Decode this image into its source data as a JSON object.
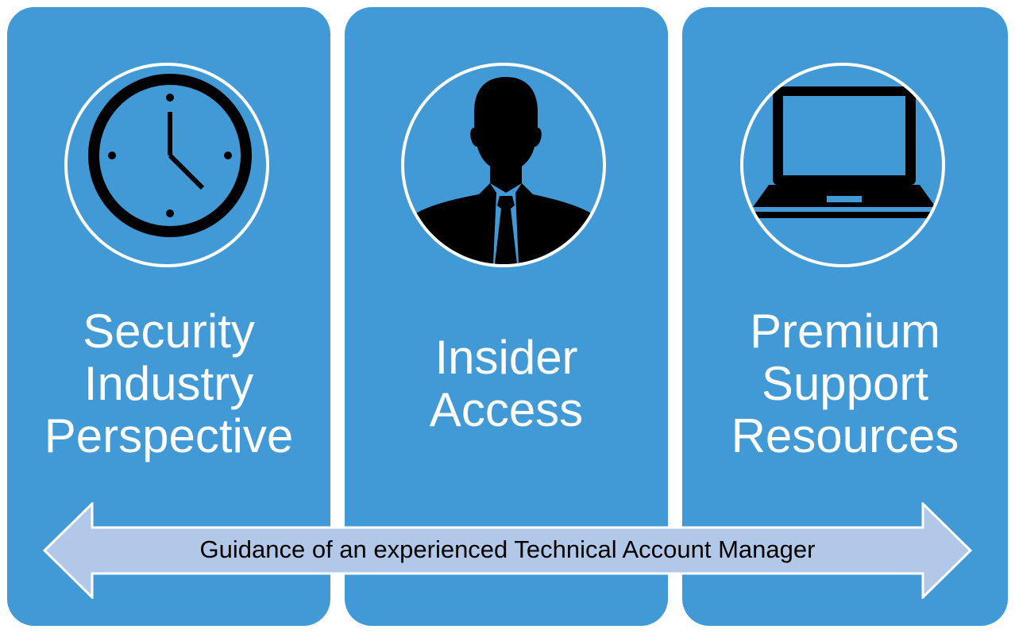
{
  "colors": {
    "card_fill": "#419ad6",
    "icon_stroke": "#ffffff",
    "icon_fill": "#000000",
    "arrow_fill": "#b1c8e8",
    "arrow_text": "#000000",
    "title_text": "#ffffff"
  },
  "cards": [
    {
      "icon": "clock-icon",
      "title_lines": [
        "Security",
        "Industry",
        "Perspective"
      ]
    },
    {
      "icon": "person-silhouette-icon",
      "title_lines": [
        "Insider",
        "Access"
      ]
    },
    {
      "icon": "laptop-icon",
      "title_lines": [
        "Premium",
        "Support",
        "Resources"
      ]
    }
  ],
  "arrow": {
    "label": "Guidance of an experienced Technical Account Manager",
    "direction": "bidirectional"
  }
}
